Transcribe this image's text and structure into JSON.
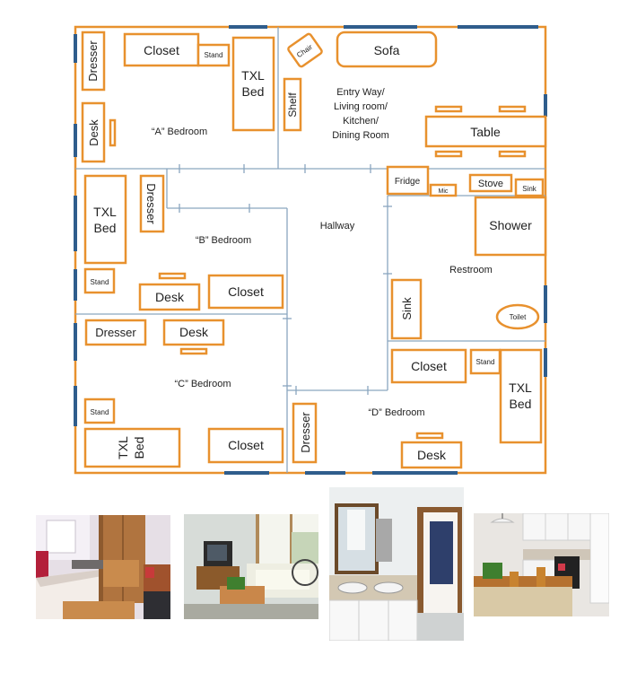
{
  "plan": {
    "rooms": {
      "a_bedroom": "“A” Bedroom",
      "b_bedroom": "“B” Bedroom",
      "c_bedroom": "“C” Bedroom",
      "d_bedroom": "“D” Bedroom",
      "hallway": "Hallway",
      "restroom": "Restroom",
      "living_line1": "Entry Way/",
      "living_line2": "Living room/",
      "living_line3": "Kitchen/",
      "living_line4": "Dining Room"
    },
    "furniture": {
      "dresser": "Dresser",
      "closet": "Closet",
      "stand": "Stand",
      "desk": "Desk",
      "txl": "TXL",
      "bed": "Bed",
      "chair": "Chair",
      "sofa": "Sofa",
      "shelf": "Shelf",
      "table": "Table",
      "fridge": "Fridge",
      "mic": "Mic",
      "stove": "Stove",
      "sink": "Sink",
      "shower": "Shower",
      "toilet": "Toilet"
    }
  },
  "colors": {
    "wall": "#e8912e",
    "window": "#2f5d8c",
    "partition": "#8aa6bf"
  }
}
